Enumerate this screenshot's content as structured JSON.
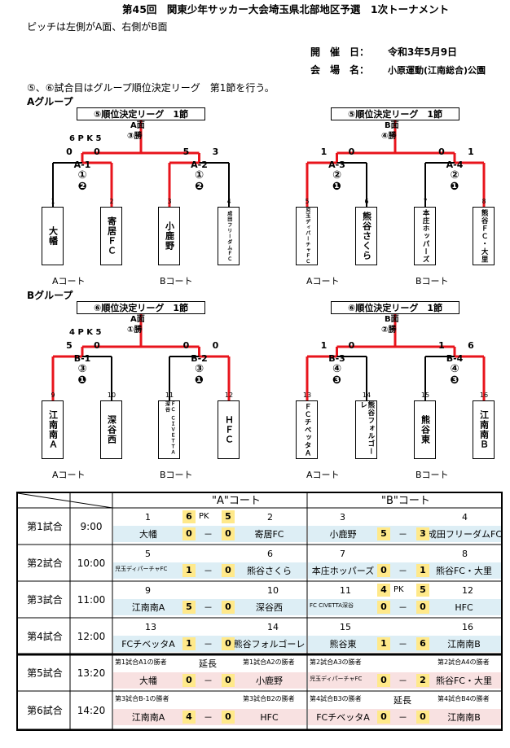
{
  "header": {
    "title": "第45回　関東少年サッカー大会埼玉県北部地区予選　1次トーナメント",
    "pitch_note": "ピッチは左側がA面、右側がB面",
    "date_label": "開　催　日：",
    "date_value": "令和3年5月9日",
    "venue_label": "会　場　名：",
    "venue_value": "小原運動(江南総合)公園",
    "note": "⑤、⑥試合目はグループ順位決定リーグ　第1節を行う。"
  },
  "groups": [
    {
      "name": "Aグループ",
      "brackets": [
        {
          "title": "⑤順位決定リーグ　1節",
          "face": "A面",
          "win": "③勝",
          "pk": "6 P K 5",
          "matches": [
            {
              "label": "A-1",
              "circ1": "①",
              "circ2": "❷",
              "s1": "0",
              "s2": "0"
            },
            {
              "label": "A-2",
              "circ1": "①",
              "circ2": "❷",
              "s1": "5",
              "s2": "3"
            }
          ],
          "teams": [
            {
              "no": "1",
              "name": "大幡"
            },
            {
              "no": "2",
              "name": "寄居ＦＣ"
            },
            {
              "no": "3",
              "name": "小鹿野"
            },
            {
              "no": "4",
              "name": "成田フリーダムＦＣ"
            }
          ],
          "top": [
            "0",
            "0",
            "5",
            "3"
          ],
          "courts": [
            "Aコート",
            "Bコート"
          ]
        },
        {
          "title": "⑤順位決定リーグ　1節",
          "face": "B面",
          "win": "④勝",
          "pk": "",
          "matches": [
            {
              "label": "A-3",
              "circ1": "②",
              "circ2": "❶",
              "s1": "1",
              "s2": "0"
            },
            {
              "label": "A-4",
              "circ1": "②",
              "circ2": "❶",
              "s1": "0",
              "s2": "1"
            }
          ],
          "teams": [
            {
              "no": "5",
              "name": "児玉ディパーチャＦＣ"
            },
            {
              "no": "6",
              "name": "熊谷さくら"
            },
            {
              "no": "7",
              "name": "本庄ホッパーズ"
            },
            {
              "no": "8",
              "name": "熊谷ＦＣ・大里"
            }
          ],
          "top": [
            "1",
            "0",
            "0",
            "1"
          ],
          "courts": [
            "Aコート",
            "Bコート"
          ]
        }
      ]
    },
    {
      "name": "Bグループ",
      "brackets": [
        {
          "title": "⑥順位決定リーグ　1節",
          "face": "A面",
          "win": "①勝",
          "pk": "4 P K 5",
          "matches": [
            {
              "label": "B-1",
              "circ1": "③",
              "circ2": "❶",
              "s1": "5",
              "s2": "0"
            },
            {
              "label": "B-2",
              "circ1": "③",
              "circ2": "❶",
              "s1": "0",
              "s2": "0"
            }
          ],
          "teams": [
            {
              "no": "9",
              "name": "江南南Ａ"
            },
            {
              "no": "10",
              "name": "深谷西"
            },
            {
              "no": "11",
              "name": "ＦＣ ＣＩＶＥＴＴＡ深谷"
            },
            {
              "no": "12",
              "name": "ＨＦＣ"
            }
          ],
          "top": [
            "5",
            "0",
            "0",
            "0"
          ],
          "courts": [
            "Aコート",
            "Bコート"
          ]
        },
        {
          "title": "⑥順位決定リーグ　1節",
          "face": "B面",
          "win": "②勝",
          "pk": "",
          "matches": [
            {
              "label": "B-3",
              "circ1": "④",
              "circ2": "❸",
              "s1": "1",
              "s2": "0"
            },
            {
              "label": "B-4",
              "circ1": "④",
              "circ2": "❸",
              "s1": "1",
              "s2": "6"
            }
          ],
          "teams": [
            {
              "no": "13",
              "name": "ＦＣチベッタＡ"
            },
            {
              "no": "14",
              "name": "熊谷フォルゴーレ"
            },
            {
              "no": "15",
              "name": "熊谷東"
            },
            {
              "no": "16",
              "name": "江南南Ｂ"
            }
          ],
          "top": [
            "1",
            "0",
            "1",
            "6"
          ],
          "courts": [
            "Aコート",
            "Bコート"
          ]
        }
      ]
    }
  ],
  "schedule": {
    "court_a": "\"A\"コート",
    "court_b": "\"B\"コート",
    "rows": [
      {
        "match": "第1試合",
        "time": "9:00",
        "a": {
          "n1": "1",
          "n2": "2",
          "t1": "大幡",
          "t2": "寄居FC",
          "s1": "0",
          "s2": "0",
          "top1": "6",
          "mid": "PK",
          "top2": "5",
          "dash": "－"
        },
        "b": {
          "n1": "3",
          "n2": "4",
          "t1": "小鹿野",
          "t2": "成田フリーダムFC",
          "s1": "5",
          "s2": "3",
          "dash": "－"
        }
      },
      {
        "match": "第2試合",
        "time": "10:00",
        "a": {
          "n1": "5",
          "n2": "6",
          "t1": "児玉ディパーチャFC",
          "t2": "熊谷さくら",
          "s1": "1",
          "s2": "0",
          "dash": "－"
        },
        "b": {
          "n1": "7",
          "n2": "8",
          "t1": "本庄ホッパーズ",
          "t2": "熊谷FC・大里",
          "s1": "0",
          "s2": "1",
          "dash": "－"
        }
      },
      {
        "match": "第3試合",
        "time": "11:00",
        "a": {
          "n1": "9",
          "n2": "10",
          "t1": "江南南A",
          "t2": "深谷西",
          "s1": "5",
          "s2": "0",
          "dash": "－"
        },
        "b": {
          "n1": "11",
          "n2": "12",
          "t1": "FC CIVETTA深谷",
          "t2": "HFC",
          "s1": "0",
          "s2": "0",
          "top1": "4",
          "mid": "PK",
          "top2": "5",
          "dash": "－"
        }
      },
      {
        "match": "第4試合",
        "time": "12:00",
        "a": {
          "n1": "13",
          "n2": "14",
          "t1": "FCチベッタA",
          "t2": "熊谷フォルゴーレ",
          "s1": "1",
          "s2": "0",
          "dash": "－"
        },
        "b": {
          "n1": "15",
          "n2": "16",
          "t1": "熊谷東",
          "t2": "江南南B",
          "s1": "1",
          "s2": "6",
          "dash": "－"
        }
      },
      {
        "match": "第5試合",
        "time": "13:20",
        "a": {
          "n1": "第1試合A1の勝者",
          "n2": "第1試合A2の勝者",
          "t1": "大幡",
          "t2": "小鹿野",
          "s1": "0",
          "s2": "0",
          "mid": "延長",
          "dash": "－"
        },
        "b": {
          "n1": "第2試合A3の勝者",
          "n2": "第2試合A4の勝者",
          "t1": "児玉ディパーチャFC",
          "t2": "熊谷FC・大里",
          "s1": "0",
          "s2": "2",
          "dash": "－"
        }
      },
      {
        "match": "第6試合",
        "time": "14:20",
        "a": {
          "n1": "第3試合B-1の勝者",
          "n2": "第3試合B2の勝者",
          "t1": "江南南A",
          "t2": "HFC",
          "s1": "4",
          "s2": "0",
          "dash": "－"
        },
        "b": {
          "n1": "第4試合B3の勝者",
          "n2": "第4試合B4の勝者",
          "t1": "FCチベッタA",
          "t2": "江南南B",
          "s1": "0",
          "s2": "0",
          "mid": "延長",
          "dash": "－"
        }
      }
    ]
  },
  "colors": {
    "winner_line": "#e8141c",
    "line": "#000000",
    "score_yellow": "#ffe98a",
    "row_blue": "#ddeef5",
    "row_pink": "#f8e1e1"
  }
}
